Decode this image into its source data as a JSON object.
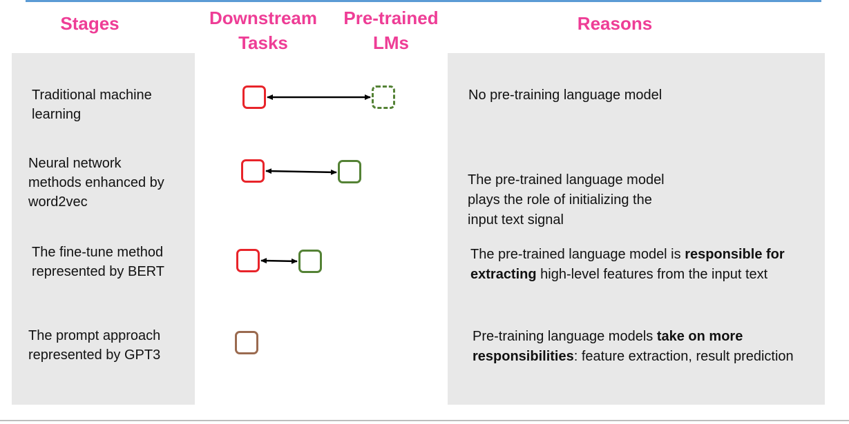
{
  "headers": {
    "stages": "Stages",
    "downstream": "Downstream\nTasks",
    "pretrained": "Pre-trained\nLMs",
    "reasons": "Reasons"
  },
  "rows": [
    {
      "stage": "Traditional machine\nlearning",
      "reason": [
        {
          "text": "No pre-training language model",
          "bold": false
        }
      ],
      "task_box": "red",
      "lm_box": "green-dashed",
      "arrow": true
    },
    {
      "stage": "Neural network\nmethods enhanced by\nword2vec",
      "reason": [
        {
          "text": "The pre-trained language model\nplays the role of initializing the\ninput text signal",
          "bold": false
        }
      ],
      "task_box": "red",
      "lm_box": "green",
      "arrow": true
    },
    {
      "stage": "The fine-tune method\nrepresented by BERT",
      "reason": [
        {
          "text": "The pre-trained language model is ",
          "bold": false
        },
        {
          "text": "responsible for extracting",
          "bold": true
        },
        {
          "text": " high-level features from the input text",
          "bold": false
        }
      ],
      "task_box": "red",
      "lm_box": "green",
      "arrow": true
    },
    {
      "stage": "The prompt approach\nrepresented by GPT3",
      "reason": [
        {
          "text": "Pre-training language models ",
          "bold": false
        },
        {
          "text": "take on more responsibilities",
          "bold": true
        },
        {
          "text": ": feature extraction, result prediction",
          "bold": false
        }
      ],
      "task_box": "brown",
      "lm_box": "",
      "arrow": false
    }
  ],
  "colors": {
    "heading": "#ee3d96",
    "task_box": "#e8242a",
    "lm_box": "#548235",
    "merged_box": "#9a6a4f",
    "panel": "#e8e8e8",
    "arrow": "#000000"
  }
}
